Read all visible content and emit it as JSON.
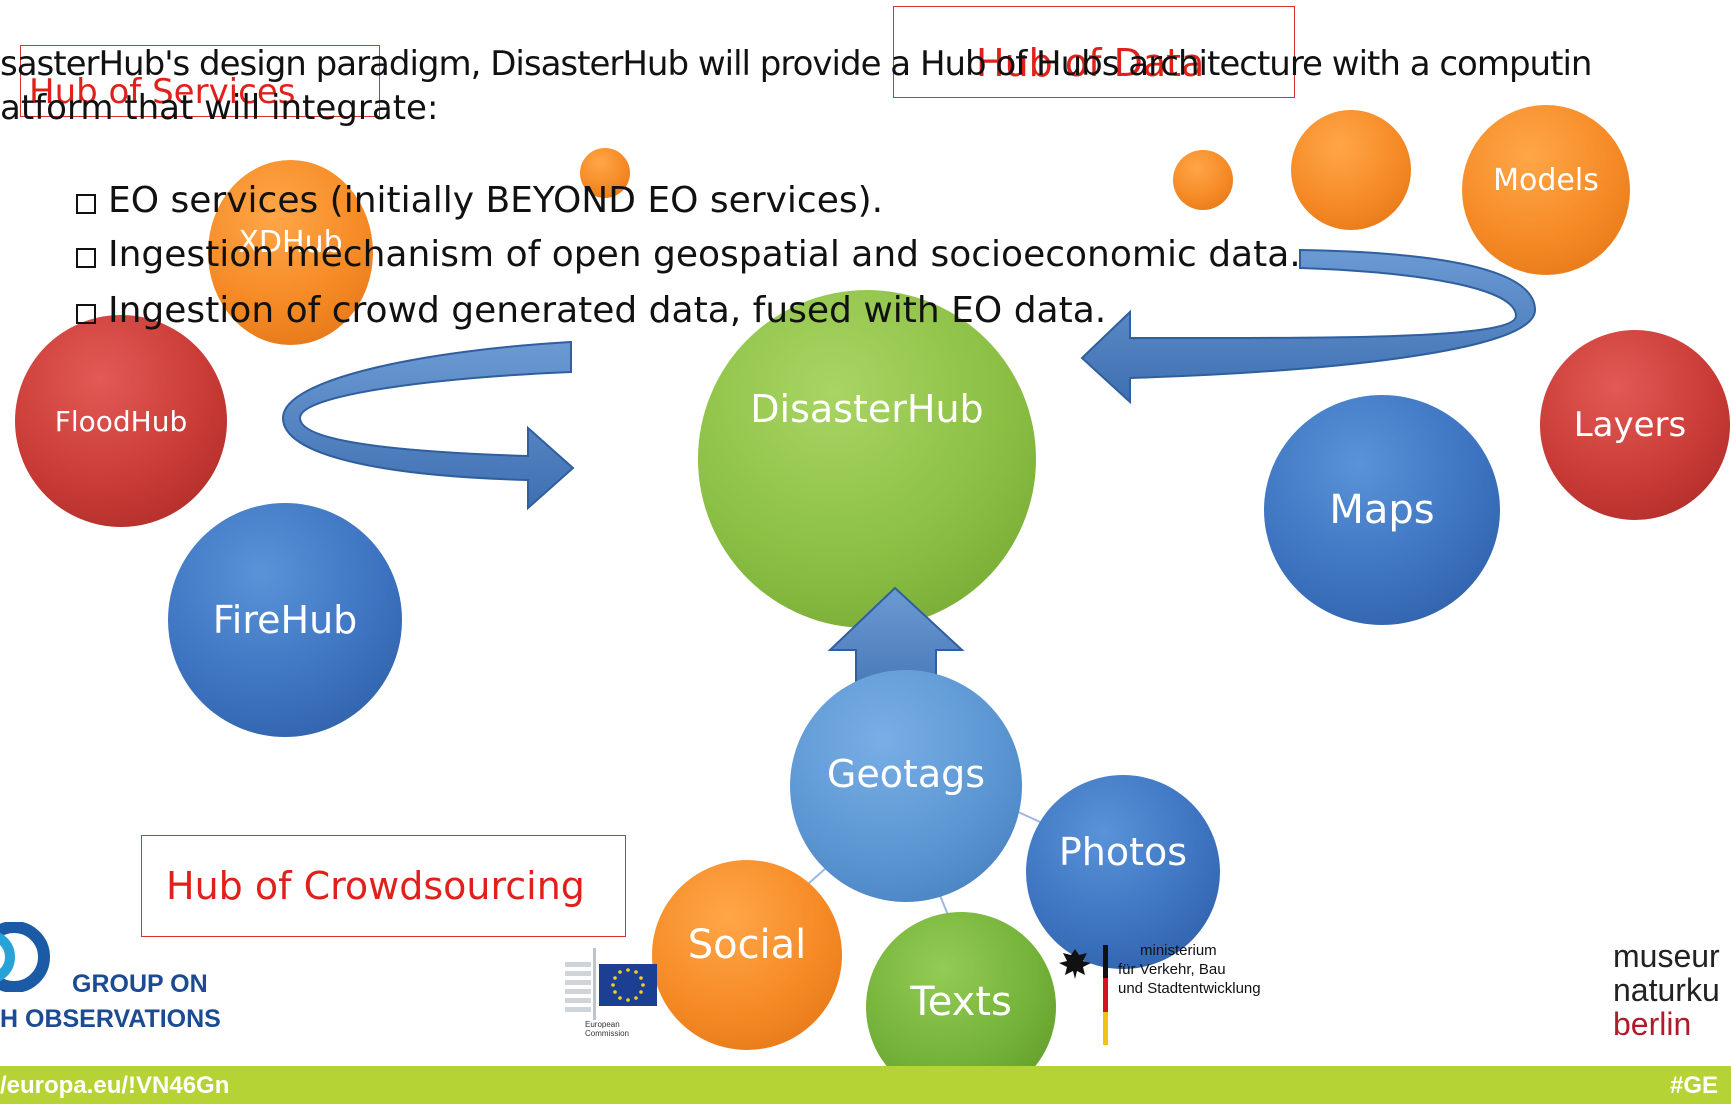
{
  "labels": {
    "hub_of_services": "Hub of Services",
    "hub_of_data": "Hub of Data",
    "hub_of_crowdsourcing": "Hub of Crowdsourcing"
  },
  "intro": {
    "line1": "sasterHub's design paradigm, DisasterHub will provide a Hub of Hubs architecture with a computin",
    "line2": "atform that will integrate:"
  },
  "bullets": [
    "EO services (initially BEYOND EO services).",
    "Ingestion mechanism of open geospatial and socioeconomic data.",
    "Ingestion of crowd generated data, fused with EO data."
  ],
  "nodes": {
    "center": "DisasterHub",
    "xdhub": "XDHub",
    "floodhub": "FloodHub",
    "firehub": "FireHub",
    "models": "Models",
    "layers": "Layers",
    "maps": "Maps",
    "geotags": "Geotags",
    "photos": "Photos",
    "social": "Social",
    "texts": "Texts"
  },
  "logos": {
    "geo_line1": "GROUP ON",
    "geo_line2": "H OBSERVATIONS",
    "ec_line1": "European",
    "ec_line2": "Commission",
    "ministry_line1": "ministerium",
    "ministry_line2": "für Verkehr, Bau",
    "ministry_line3": "und Stadtentwicklung",
    "museum_line1": "museur",
    "museum_line2": "naturku",
    "museum_line3": "berlin"
  },
  "footer": {
    "url": "/europa.eu/!VN46Gn",
    "hashtag": "#GE"
  },
  "colors": {
    "label_red": "#e0201a",
    "arrow_blue": "#4a7fbf",
    "footer_green": "#b5d334"
  }
}
